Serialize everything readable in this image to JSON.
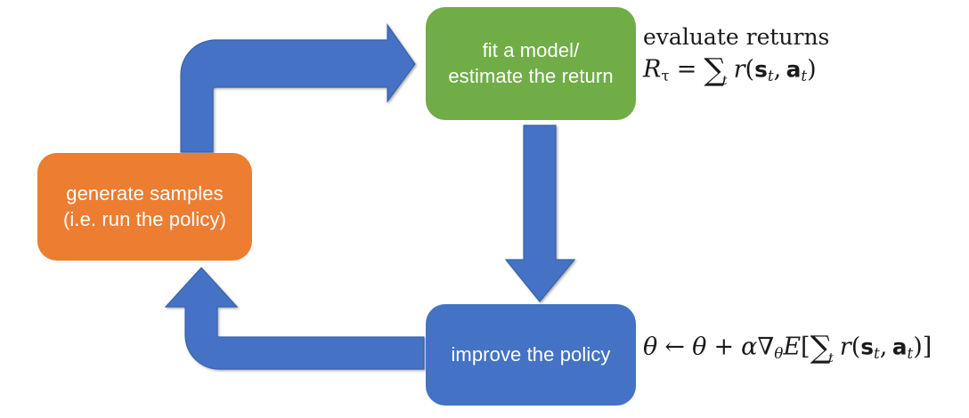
{
  "diagram": {
    "title": "reinforcement learning anatomy loop",
    "background_color": "#ffffff",
    "boxes": [
      {
        "id": "fit-model",
        "label": "fit a model/\nestimate the return",
        "color": "#70AD47"
      },
      {
        "id": "generate-samples",
        "label": "generate samples\n(i.e. run the policy)",
        "color": "#ED7D31"
      },
      {
        "id": "improve-policy",
        "label": "improve the policy",
        "color": "#4472C4"
      }
    ],
    "arrows": [
      {
        "id": "samples-to-fit",
        "shape": "elbow-up-right",
        "from": "generate-samples",
        "to": "fit-model",
        "color": "#4472C4"
      },
      {
        "id": "fit-to-improve",
        "shape": "straight-down",
        "from": "fit-model",
        "to": "improve-policy",
        "color": "#4472C4"
      },
      {
        "id": "improve-to-samples",
        "shape": "elbow-left-up",
        "from": "improve-policy",
        "to": "generate-samples",
        "color": "#4472C4"
      }
    ],
    "annotations": {
      "evaluate_returns_label": "evaluate returns",
      "return_formula": {
        "lhs_symbol": "R",
        "lhs_subscript": "τ",
        "relation": "=",
        "sum_symbol": "∑",
        "sum_index": "t",
        "reward_fn": "r",
        "state_symbol": "s",
        "action_symbol": "a",
        "time_subscript": "t",
        "plain_text": "R_τ = ∑_t r(s_t, a_t)"
      },
      "policy_gradient_formula": {
        "theta": "θ",
        "assign": "←",
        "plus": "+",
        "alpha": "α",
        "nabla": "∇",
        "expectation": "E",
        "sum_symbol": "∑",
        "sum_index": "t",
        "reward_fn": "r",
        "state_symbol": "s",
        "action_symbol": "a",
        "time_subscript": "t",
        "plain_text": "θ ← θ + α∇_θ E[∑_t r(s_t, a_t)]"
      }
    }
  }
}
